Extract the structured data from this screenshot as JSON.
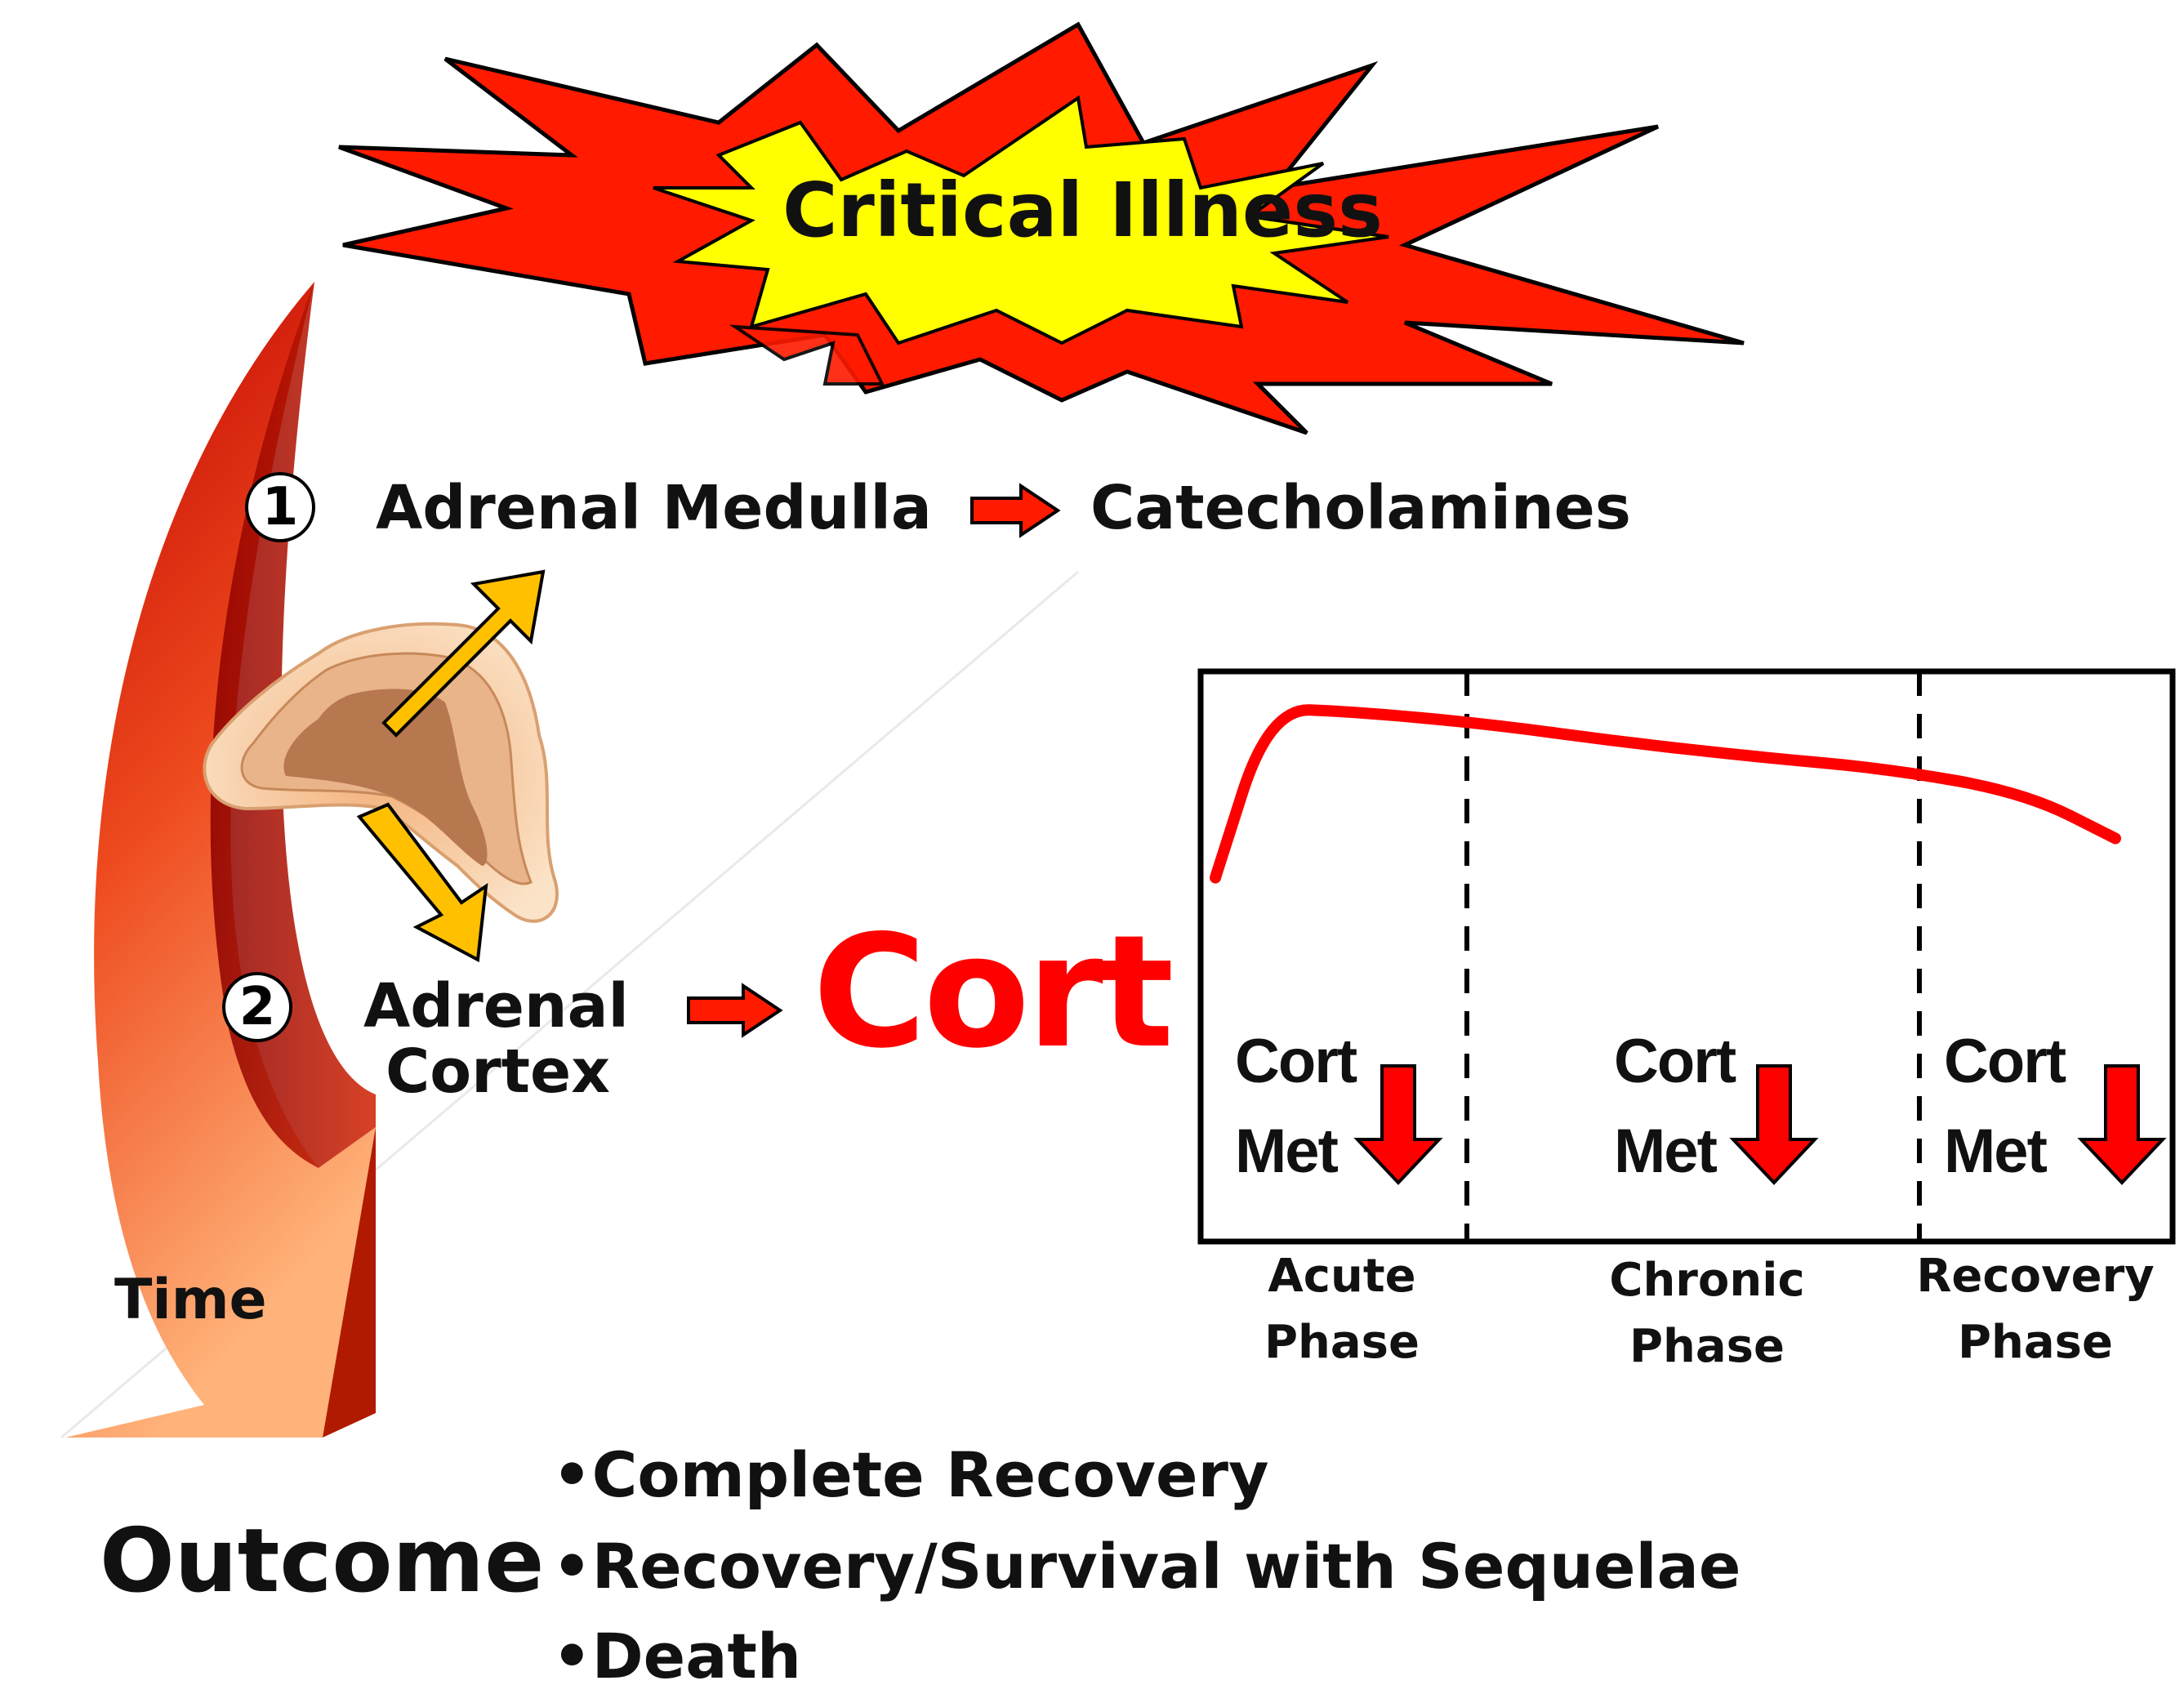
{
  "title": "Critical Illness",
  "pathway": {
    "step1": {
      "number": "1",
      "label": "Adrenal Medulla",
      "product": "Catecholamines"
    },
    "step2": {
      "number": "2",
      "label_line1": "Adrenal",
      "label_line2": "Cortex",
      "product": "Cort"
    }
  },
  "time_label": "Time",
  "chart_data": {
    "type": "line",
    "series": [
      {
        "values": [
          0.42,
          0.98,
          0.97,
          0.93,
          0.87,
          0.82,
          0.78,
          0.7,
          0.55
        ]
      }
    ],
    "phases": [
      {
        "name_line1": "Acute",
        "name_line2": "Phase",
        "label_line1": "Cort",
        "label_line2": "Met",
        "trend": "down"
      },
      {
        "name_line1": "Chronic",
        "name_line2": "Phase",
        "label_line1": "Cort",
        "label_line2": "Met",
        "trend": "down"
      },
      {
        "name_line1": "Recovery",
        "name_line2": "Phase",
        "label_line1": "Cort",
        "label_line2": "Met",
        "trend": "down"
      }
    ],
    "colors": {
      "line": "#ff0000",
      "arrow": "#ff0000"
    }
  },
  "outcome": {
    "label": "Outcome",
    "items": [
      "•Complete Recovery",
      "•Recovery/Survival with Sequelae",
      "•Death"
    ]
  },
  "colors": {
    "burst_outer": "#ff1a00",
    "burst_inner": "#ffff00",
    "accent_red": "#ff0000",
    "gland_arrow": "#ffc000"
  }
}
